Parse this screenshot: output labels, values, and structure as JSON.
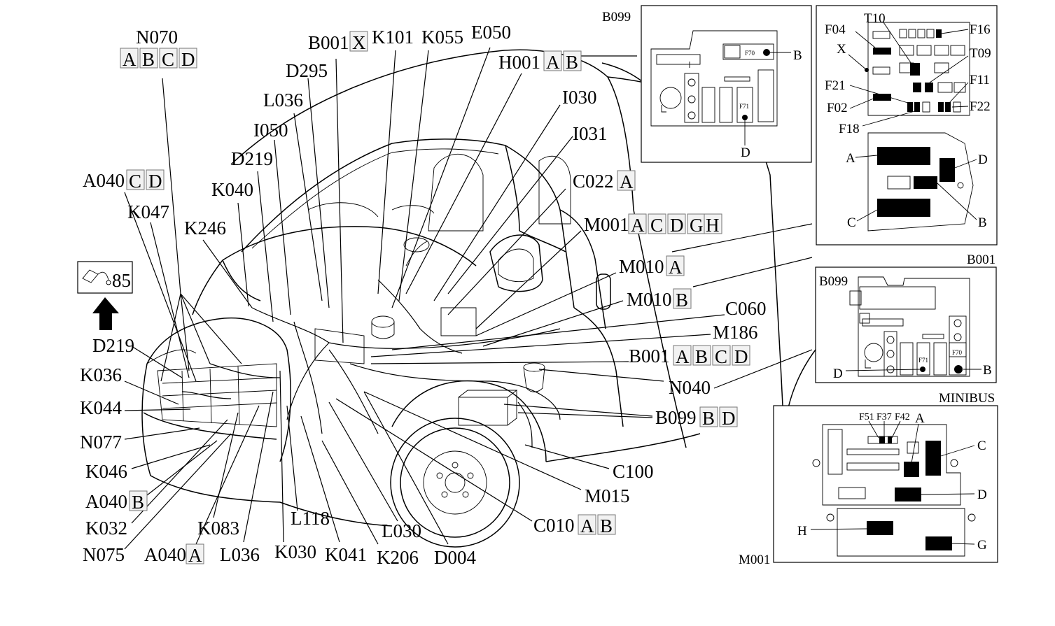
{
  "callouts": {
    "n070": "N070",
    "b001x": "B001",
    "k101": "K101",
    "k055": "K055",
    "e050": "E050",
    "d295": "D295",
    "h001": "H001",
    "l036_top": "L036",
    "i030": "I030",
    "i050": "I050",
    "i031": "I031",
    "d219_top": "D219",
    "c022": "C022",
    "a040cd": "A040",
    "k040": "K040",
    "m001": "M001",
    "k047": "K047",
    "k246": "K246",
    "m010a": "M010",
    "m010b": "M010",
    "c060": "C060",
    "m186": "M186",
    "d219_left": "D219",
    "b001abcd": "B001",
    "k036": "K036",
    "n040": "N040",
    "k044": "K044",
    "b099bd": "B099",
    "n077": "N077",
    "k046": "K046",
    "c100": "C100",
    "a040b": "A040",
    "m015": "M015",
    "k032": "K032",
    "l118": "L118",
    "k083": "K083",
    "c010": "C010",
    "l030": "L030",
    "n075": "N075",
    "a040a": "A040",
    "l036_bottom": "L036",
    "k030": "K030",
    "k041": "K041",
    "k206": "K206",
    "d004": "D004"
  },
  "letters": {
    "n070": [
      "A",
      "B",
      "C",
      "D"
    ],
    "b001x": [
      "X"
    ],
    "h001": [
      "A",
      "B"
    ],
    "c022": [
      "A"
    ],
    "a040cd": [
      "C",
      "D"
    ],
    "m001": [
      "A",
      "C",
      "D",
      "G",
      "H"
    ],
    "m010a": [
      "A"
    ],
    "m010b": [
      "B"
    ],
    "b001abcd": [
      "A",
      "B",
      "C",
      "D"
    ],
    "b099bd": [
      "B",
      "D"
    ],
    "a040b": [
      "B"
    ],
    "c010": [
      "A",
      "B"
    ],
    "a040a": [
      "A"
    ]
  },
  "inset_ref": "85",
  "panels": {
    "b099_top": {
      "title": "B099",
      "f70": "F70",
      "f71": "F71",
      "b": "B",
      "d": "D"
    },
    "fusebox": {
      "f04": "F04",
      "t10": "T10",
      "f16": "F16",
      "x": "X",
      "t09": "T09",
      "f21": "F21",
      "f11": "F11",
      "f02": "F02",
      "f22": "F22",
      "f18": "F18",
      "a": "A",
      "d": "D",
      "c": "C",
      "b": "B",
      "footer": "B001"
    },
    "b099_mid": {
      "title": "B099",
      "f71": "F71",
      "f70": "F70",
      "d": "D",
      "b": "B",
      "footer": "MINIBUS"
    },
    "m001": {
      "f51": "F51",
      "f37": "F37",
      "f42": "F42",
      "a": "A",
      "c": "C",
      "d": "D",
      "h": "H",
      "g": "G",
      "footer": "M001"
    }
  }
}
